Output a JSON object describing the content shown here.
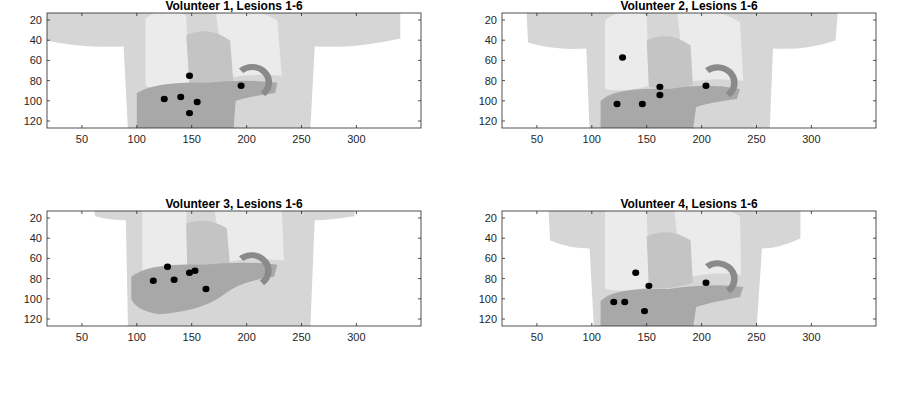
{
  "diagram": {
    "labels": [
      "Volunteer 1, Lesions 1-6",
      "20",
      "40",
      "60",
      "80",
      "100",
      "120",
      "50",
      "100",
      "150",
      "200",
      "250",
      "300",
      "Volunteer 2, Lesions 1-6",
      "20",
      "40",
      "60",
      "80",
      "100",
      "120",
      "50",
      "100",
      "150",
      "200",
      "250",
      "300",
      "Volunteer 3, Lesions 1-6",
      "20",
      "40",
      "60",
      "80",
      "100",
      "120",
      "50",
      "100",
      "150",
      "200",
      "250",
      "300",
      "Volunteer 4, Lesions 1-6",
      "20",
      "40",
      "60",
      "80",
      "100",
      "120",
      "50",
      "100",
      "150",
      "200",
      "250",
      "300"
    ]
  }
}
